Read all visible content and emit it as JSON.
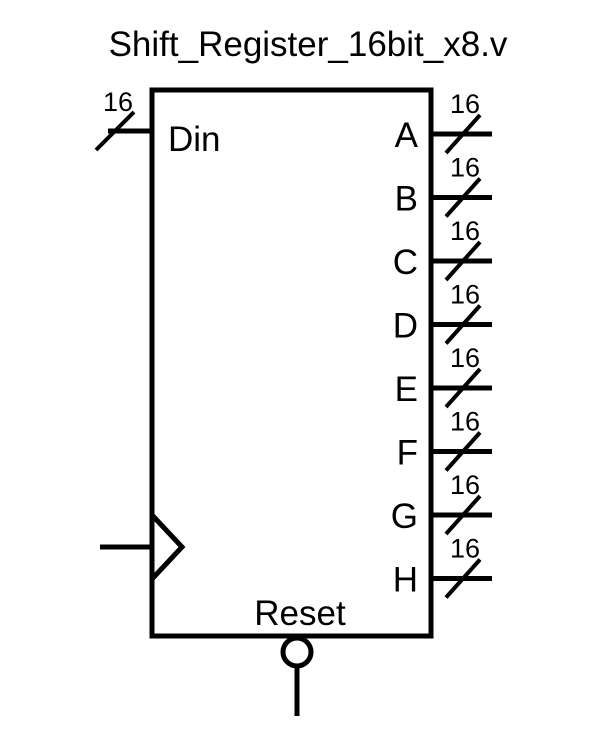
{
  "title": "Shift_Register_16bit_x8.v",
  "input": {
    "name": "Din",
    "width": "16"
  },
  "outputs": [
    {
      "name": "A",
      "width": "16"
    },
    {
      "name": "B",
      "width": "16"
    },
    {
      "name": "C",
      "width": "16"
    },
    {
      "name": "D",
      "width": "16"
    },
    {
      "name": "E",
      "width": "16"
    },
    {
      "name": "F",
      "width": "16"
    },
    {
      "name": "G",
      "width": "16"
    },
    {
      "name": "H",
      "width": "16"
    }
  ],
  "reset": {
    "name": "Reset"
  },
  "colors": {
    "stroke": "#000000",
    "background": "#ffffff"
  }
}
